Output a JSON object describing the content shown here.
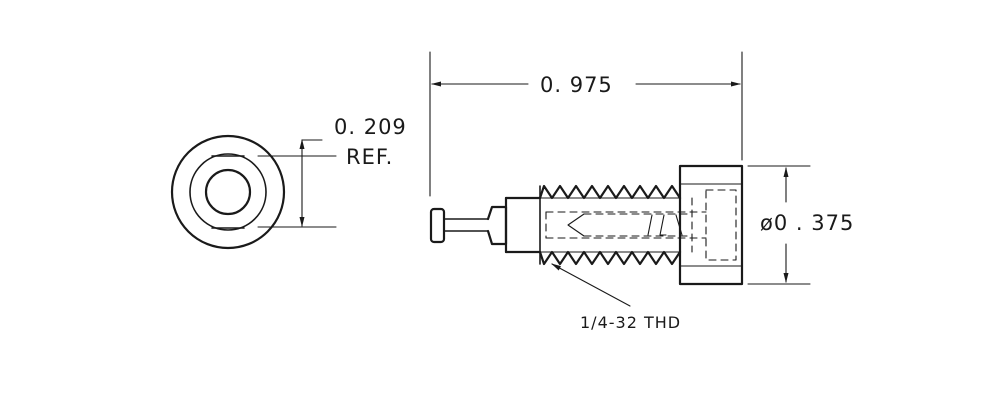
{
  "dimensions": {
    "overall_length": "0. 975",
    "hex_width": "0. 209",
    "hex_ref": "REF.",
    "diameter": "ø0 . 375"
  },
  "notes": {
    "thread": "1/4-32 THD"
  }
}
